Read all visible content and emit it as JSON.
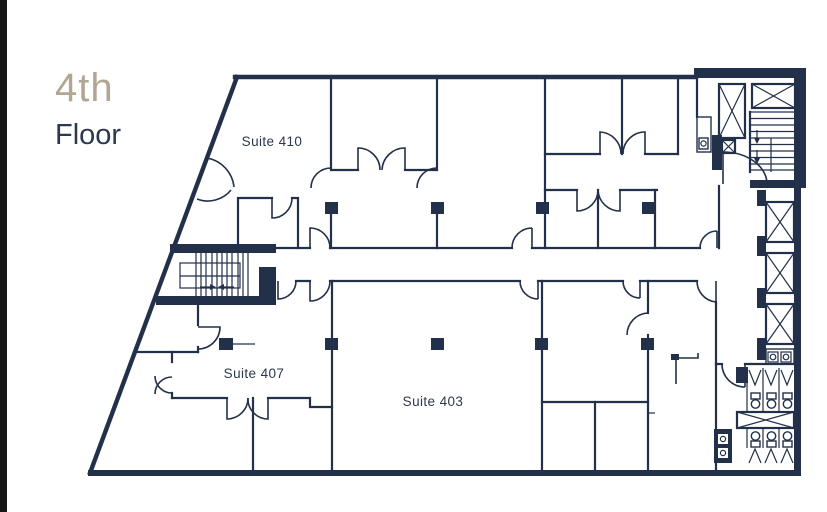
{
  "title": {
    "line1": "4th",
    "line2": "Floor"
  },
  "suites": {
    "suite410": "Suite 410",
    "suite407": "Suite 407",
    "suite403": "Suite 403"
  },
  "colors": {
    "wall": "#22304a",
    "title_accent": "#b3a593",
    "title_dark": "#2b3850",
    "edge_bar": "#161616"
  },
  "legend": {
    "stair_symbol": "stairs",
    "elevator_symbol": "elevator-x-box",
    "toilet_symbol": "toilet",
    "column_symbol": "structural-column"
  }
}
